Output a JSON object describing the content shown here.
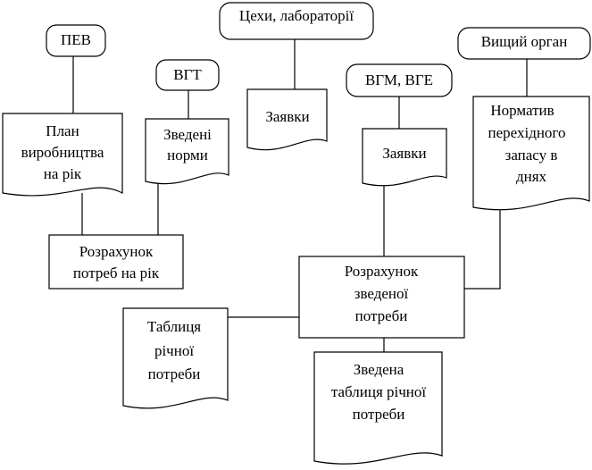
{
  "nodes": {
    "pev": {
      "label": "ПЕВ"
    },
    "vgt": {
      "label": "ВГТ"
    },
    "workshops": {
      "label": "Цехи, лабораторії"
    },
    "vgm_vge": {
      "label": "ВГМ, ВГЕ"
    },
    "higher_body": {
      "label": "Вищий орган"
    },
    "production_plan": {
      "lines": [
        "План",
        "виробництва",
        "на рік"
      ]
    },
    "consolidated_norms": {
      "lines": [
        "Зведені",
        "норми"
      ]
    },
    "requests_1": {
      "lines": [
        "Заявки"
      ]
    },
    "requests_2": {
      "lines": [
        "Заявки"
      ]
    },
    "transition_stock_norm": {
      "lines": [
        "Норматив",
        "перехідного",
        "запасу в",
        "днях"
      ]
    },
    "annual_need_calc": {
      "lines": [
        "Розрахунок",
        "потреб на рік"
      ]
    },
    "consolidated_need_calc": {
      "lines": [
        "Розрахунок",
        "зведеної",
        "потреби"
      ]
    },
    "annual_need_table": {
      "lines": [
        "Таблиця",
        "річної",
        "потреби"
      ]
    },
    "consolidated_annual_table": {
      "lines": [
        "Зведена",
        "таблиця річної",
        "потреби"
      ]
    }
  }
}
